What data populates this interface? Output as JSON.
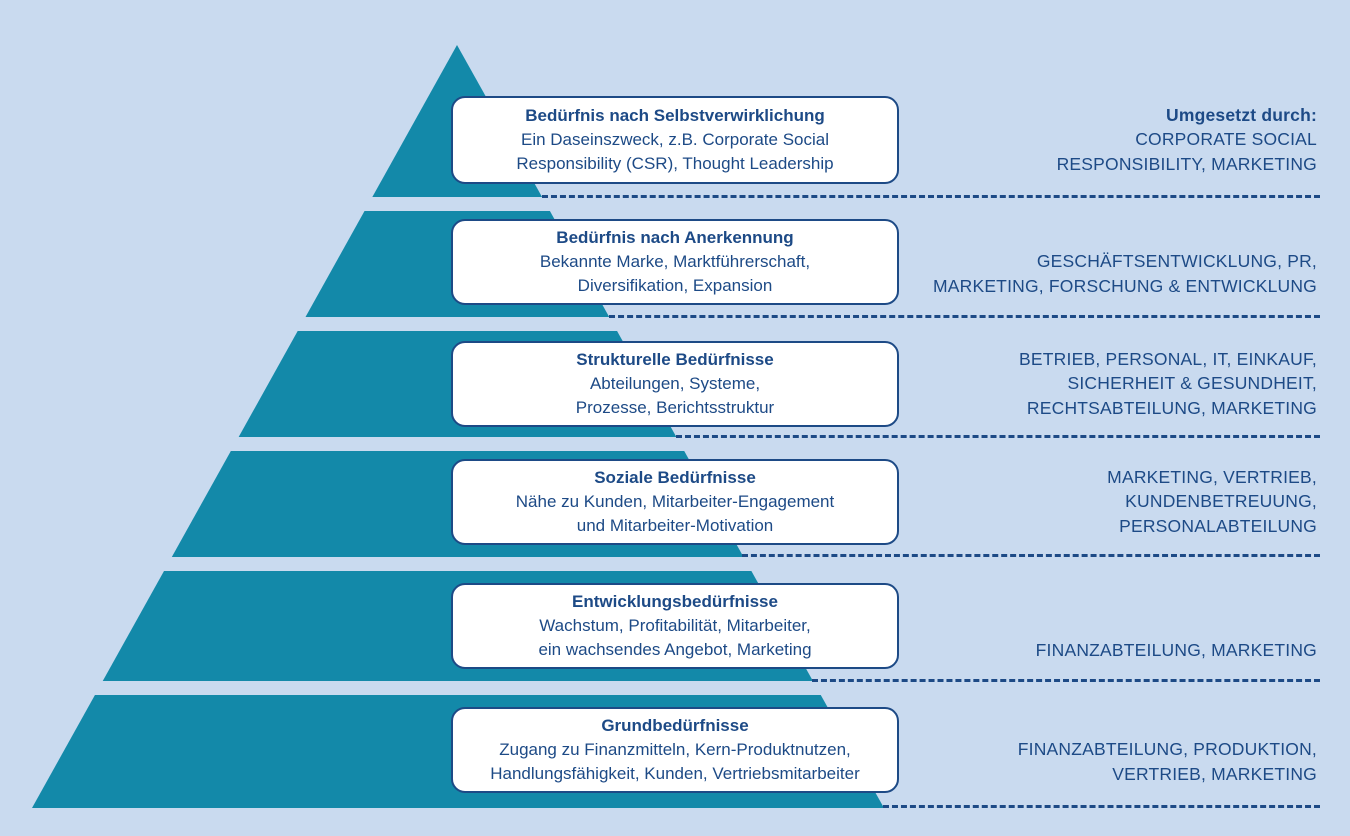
{
  "colors": {
    "background": "#c9daef",
    "pyramid": "#1389a9",
    "text": "#1d4a86"
  },
  "header": "Umgesetzt durch:",
  "tiers": [
    {
      "title": "Bedürfnis nach Selbstverwirklichung",
      "lines": [
        "Ein Daseinszweck, z.B. Corporate Social",
        "Responsibility (CSR), Thought Leadership"
      ],
      "implemented_by": [
        "CORPORATE SOCIAL",
        "RESPONSIBILITY, MARKETING"
      ]
    },
    {
      "title": "Bedürfnis nach Anerkennung",
      "lines": [
        "Bekannte Marke, Marktführerschaft,",
        "Diversifikation, Expansion"
      ],
      "implemented_by": [
        "GESCHÄFTSENTWICKLUNG, PR,",
        "MARKETING, FORSCHUNG & ENTWICKLUNG"
      ]
    },
    {
      "title": "Strukturelle Bedürfnisse",
      "lines": [
        "Abteilungen, Systeme,",
        "Prozesse,  Berichtsstruktur"
      ],
      "implemented_by": [
        "BETRIEB, PERSONAL, IT, EINKAUF,",
        "SICHERHEIT & GESUNDHEIT,",
        "RECHTSABTEILUNG, MARKETING"
      ]
    },
    {
      "title": "Soziale Bedürfnisse",
      "lines": [
        "Nähe zu Kunden, Mitarbeiter-Engagement",
        "und Mitarbeiter-Motivation"
      ],
      "implemented_by": [
        "MARKETING, VERTRIEB,",
        "KUNDENBETREUUNG,",
        "PERSONALABTEILUNG"
      ]
    },
    {
      "title": "Entwicklungsbedürfnisse",
      "lines": [
        "Wachstum, Profitabilität, Mitarbeiter,",
        "ein wachsendes Angebot, Marketing"
      ],
      "implemented_by": [
        "FINANZABTEILUNG, MARKETING"
      ]
    },
    {
      "title": "Grundbedürfnisse",
      "lines": [
        "Zugang zu Finanzmitteln, Kern-Produktnutzen,",
        "Handlungsfähigkeit, Kunden, Vertriebsmitarbeiter"
      ],
      "implemented_by": [
        "FINANZABTEILUNG, PRODUKTION,",
        "VERTRIEB, MARKETING"
      ]
    }
  ]
}
